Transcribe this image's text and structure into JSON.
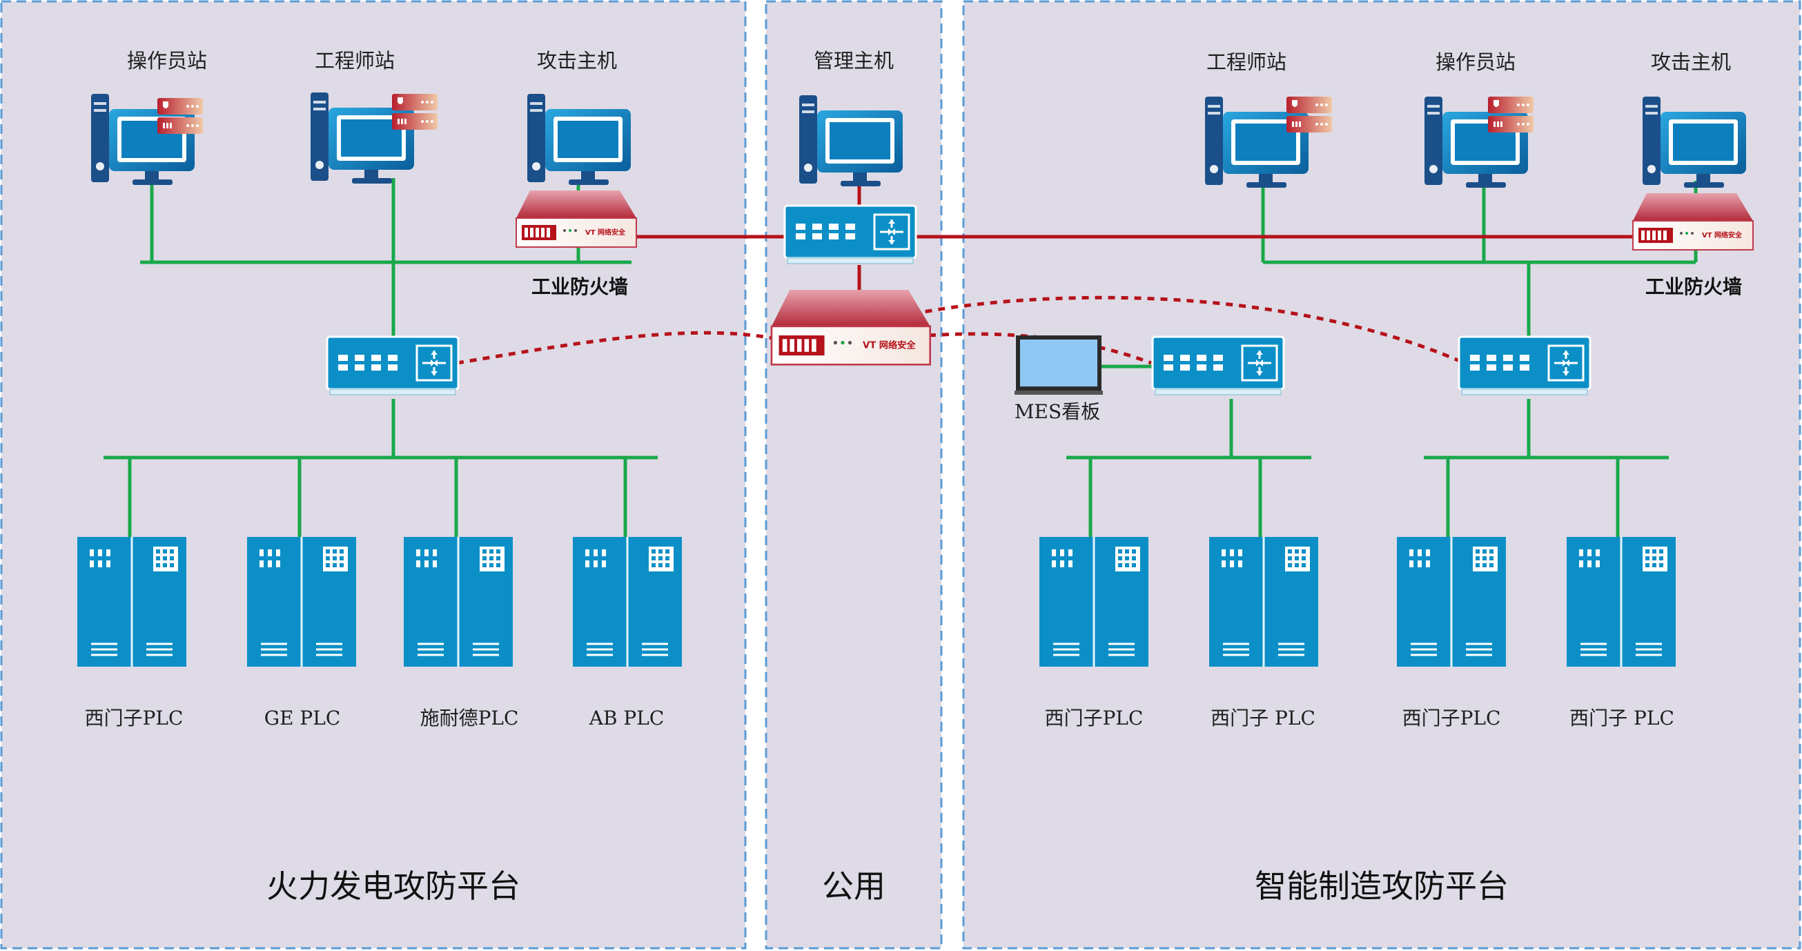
{
  "zones": {
    "left_title": "火力发电攻防平台",
    "mid_title": "公用",
    "right_title": "智能制造攻防平台"
  },
  "left": {
    "operator": "操作员站",
    "engineer": "工程师站",
    "attacker": "攻击主机",
    "firewall": "工业防火墙",
    "plcs": [
      "西门子PLC",
      "GE PLC",
      "施耐德PLC",
      "AB PLC"
    ]
  },
  "mid": {
    "manager": "管理主机"
  },
  "right": {
    "engineer": "工程师站",
    "operator": "操作员站",
    "attacker": "攻击主机",
    "firewall": "工业防火墙",
    "mes": "MES看板",
    "plcs": [
      "西门子PLC",
      "西门子 PLC",
      "西门子PLC",
      "西门子 PLC"
    ]
  },
  "firewall_brand": "VT 网络安全",
  "colors": {
    "zone_bg": "#dedbe6",
    "zone_border": "#5b9bd5",
    "lan_green": "#1aa84a",
    "mgmt_red": "#b5121b",
    "device_blue": "#0c8fc7",
    "device_dark": "#1b4f8a",
    "firewall_red": "#c0394b"
  }
}
